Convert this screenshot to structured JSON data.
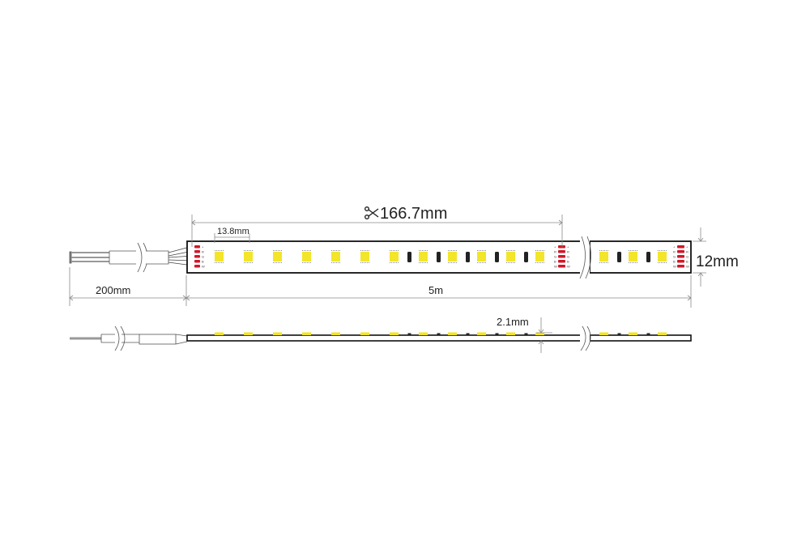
{
  "dimensions": {
    "cut_unit": "166.7mm",
    "led_pitch": "13.8mm",
    "width": "12mm",
    "lead_length": "200mm",
    "strip_length": "5m",
    "thickness": "2.1mm"
  },
  "pad_labels": [
    "+",
    "R",
    "G",
    "B",
    "W"
  ],
  "colors": {
    "led": "#f2e52a",
    "pad": "#d2182a",
    "chip": "#222222",
    "outline": "#111111",
    "dim": "#8a8a8a"
  }
}
